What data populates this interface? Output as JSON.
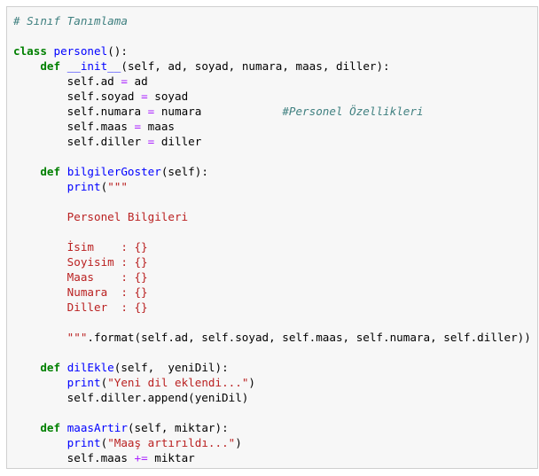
{
  "editor": {
    "lines": [
      [
        {
          "t": "# Sınıf Tanımlama",
          "c": "comment"
        }
      ],
      [],
      [
        {
          "t": "class",
          "c": "kw"
        },
        {
          "t": " ",
          "c": "plain"
        },
        {
          "t": "personel",
          "c": "def"
        },
        {
          "t": "():",
          "c": "plain"
        }
      ],
      [
        {
          "t": "    ",
          "c": "plain"
        },
        {
          "t": "def",
          "c": "kw"
        },
        {
          "t": " ",
          "c": "plain"
        },
        {
          "t": "__init__",
          "c": "def"
        },
        {
          "t": "(self, ad, soyad, numara, maas, diller):",
          "c": "plain"
        }
      ],
      [
        {
          "t": "        self.ad ",
          "c": "plain"
        },
        {
          "t": "=",
          "c": "op"
        },
        {
          "t": " ad",
          "c": "plain"
        }
      ],
      [
        {
          "t": "        self.soyad ",
          "c": "plain"
        },
        {
          "t": "=",
          "c": "op"
        },
        {
          "t": " soyad",
          "c": "plain"
        }
      ],
      [
        {
          "t": "        self.numara ",
          "c": "plain"
        },
        {
          "t": "=",
          "c": "op"
        },
        {
          "t": " numara            ",
          "c": "plain"
        },
        {
          "t": "#Personel Özellikleri",
          "c": "comment"
        }
      ],
      [
        {
          "t": "        self.maas ",
          "c": "plain"
        },
        {
          "t": "=",
          "c": "op"
        },
        {
          "t": " maas",
          "c": "plain"
        }
      ],
      [
        {
          "t": "        self.diller ",
          "c": "plain"
        },
        {
          "t": "=",
          "c": "op"
        },
        {
          "t": " diller",
          "c": "plain"
        }
      ],
      [],
      [
        {
          "t": "    ",
          "c": "plain"
        },
        {
          "t": "def",
          "c": "kw"
        },
        {
          "t": " ",
          "c": "plain"
        },
        {
          "t": "bilgilerGoster",
          "c": "def"
        },
        {
          "t": "(self):",
          "c": "plain"
        }
      ],
      [
        {
          "t": "        ",
          "c": "plain"
        },
        {
          "t": "print",
          "c": "func"
        },
        {
          "t": "(",
          "c": "plain"
        },
        {
          "t": "\"\"\"",
          "c": "str"
        }
      ],
      [],
      [
        {
          "t": "        Personel Bilgileri",
          "c": "str"
        }
      ],
      [],
      [
        {
          "t": "        İsim    : {}",
          "c": "str"
        }
      ],
      [
        {
          "t": "        Soyisim : {}",
          "c": "str"
        }
      ],
      [
        {
          "t": "        Maas    : {}",
          "c": "str"
        }
      ],
      [
        {
          "t": "        Numara  : {}",
          "c": "str"
        }
      ],
      [
        {
          "t": "        Diller  : {}",
          "c": "str"
        }
      ],
      [],
      [
        {
          "t": "        \"\"\"",
          "c": "str"
        },
        {
          "t": ".format(self.ad, self.soyad, self.maas, self.numara, self.diller))",
          "c": "plain"
        }
      ],
      [],
      [
        {
          "t": "    ",
          "c": "plain"
        },
        {
          "t": "def",
          "c": "kw"
        },
        {
          "t": " ",
          "c": "plain"
        },
        {
          "t": "dilEkle",
          "c": "def"
        },
        {
          "t": "(self,  yeniDil):",
          "c": "plain"
        }
      ],
      [
        {
          "t": "        ",
          "c": "plain"
        },
        {
          "t": "print",
          "c": "func"
        },
        {
          "t": "(",
          "c": "plain"
        },
        {
          "t": "\"Yeni dil eklendi...\"",
          "c": "str"
        },
        {
          "t": ")",
          "c": "plain"
        }
      ],
      [
        {
          "t": "        self.diller.append(yeniDil)",
          "c": "plain"
        }
      ],
      [],
      [
        {
          "t": "    ",
          "c": "plain"
        },
        {
          "t": "def",
          "c": "kw"
        },
        {
          "t": " ",
          "c": "plain"
        },
        {
          "t": "maasArtir",
          "c": "def"
        },
        {
          "t": "(self, miktar):",
          "c": "plain"
        }
      ],
      [
        {
          "t": "        ",
          "c": "plain"
        },
        {
          "t": "print",
          "c": "func"
        },
        {
          "t": "(",
          "c": "plain"
        },
        {
          "t": "\"Maaş artırıldı...\"",
          "c": "str"
        },
        {
          "t": ")",
          "c": "plain"
        }
      ],
      [
        {
          "t": "        self.maas ",
          "c": "plain"
        },
        {
          "t": "+=",
          "c": "op"
        },
        {
          "t": " miktar",
          "c": "plain"
        }
      ]
    ]
  }
}
